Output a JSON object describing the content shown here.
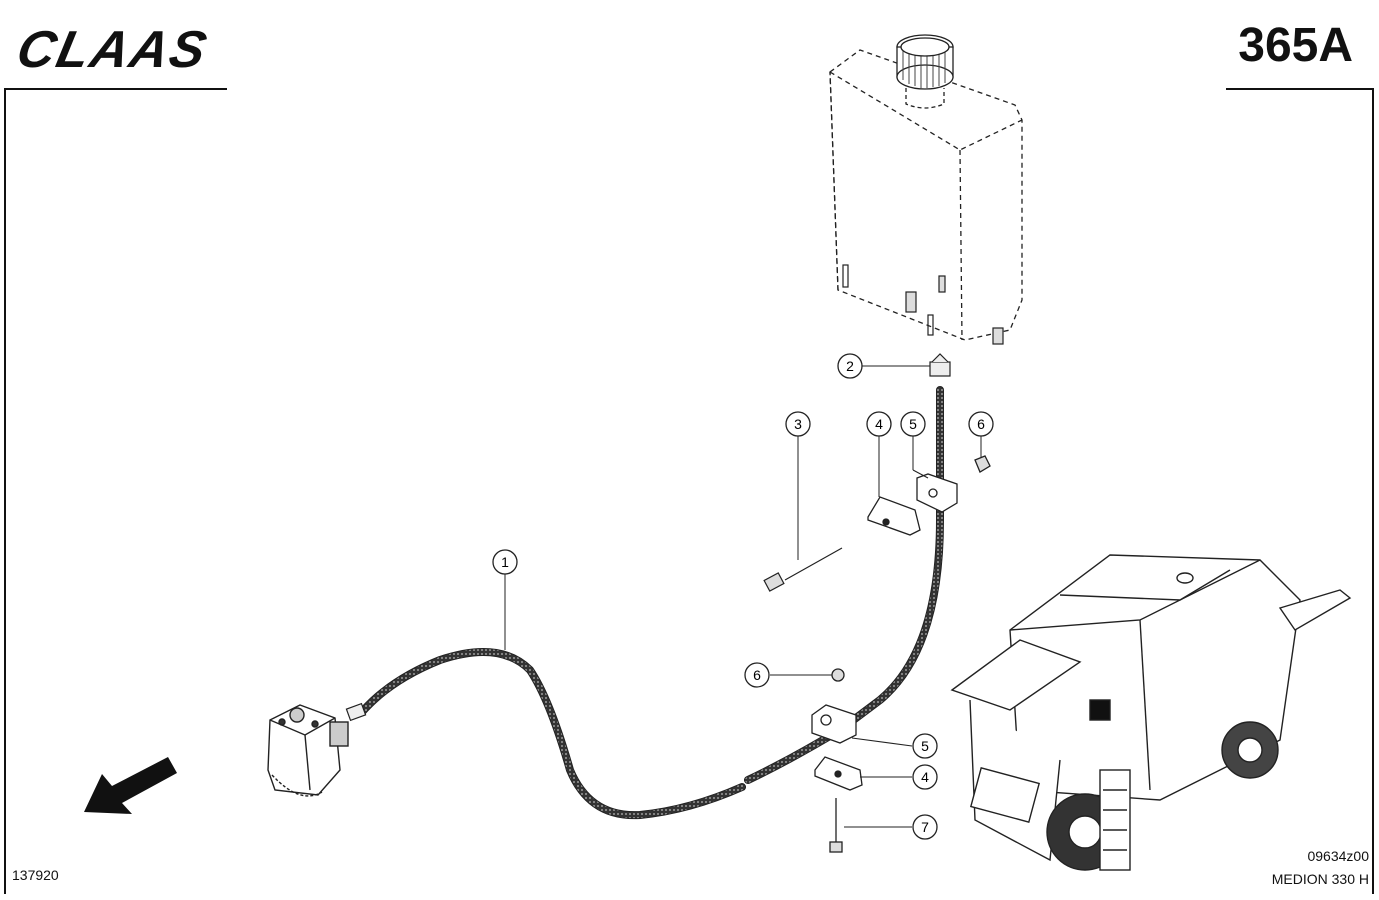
{
  "header": {
    "brand": "CLAAS",
    "page_code": "365A"
  },
  "footer": {
    "sheet_number": "137920",
    "drawing_number": "09634z00",
    "model": "MEDION 330 H"
  },
  "callouts": [
    {
      "part": "1"
    },
    {
      "part": "2"
    },
    {
      "part": "3"
    },
    {
      "part": "4"
    },
    {
      "part": "5"
    },
    {
      "part": "6"
    },
    {
      "part": "6"
    },
    {
      "part": "5"
    },
    {
      "part": "4"
    },
    {
      "part": "7"
    }
  ]
}
